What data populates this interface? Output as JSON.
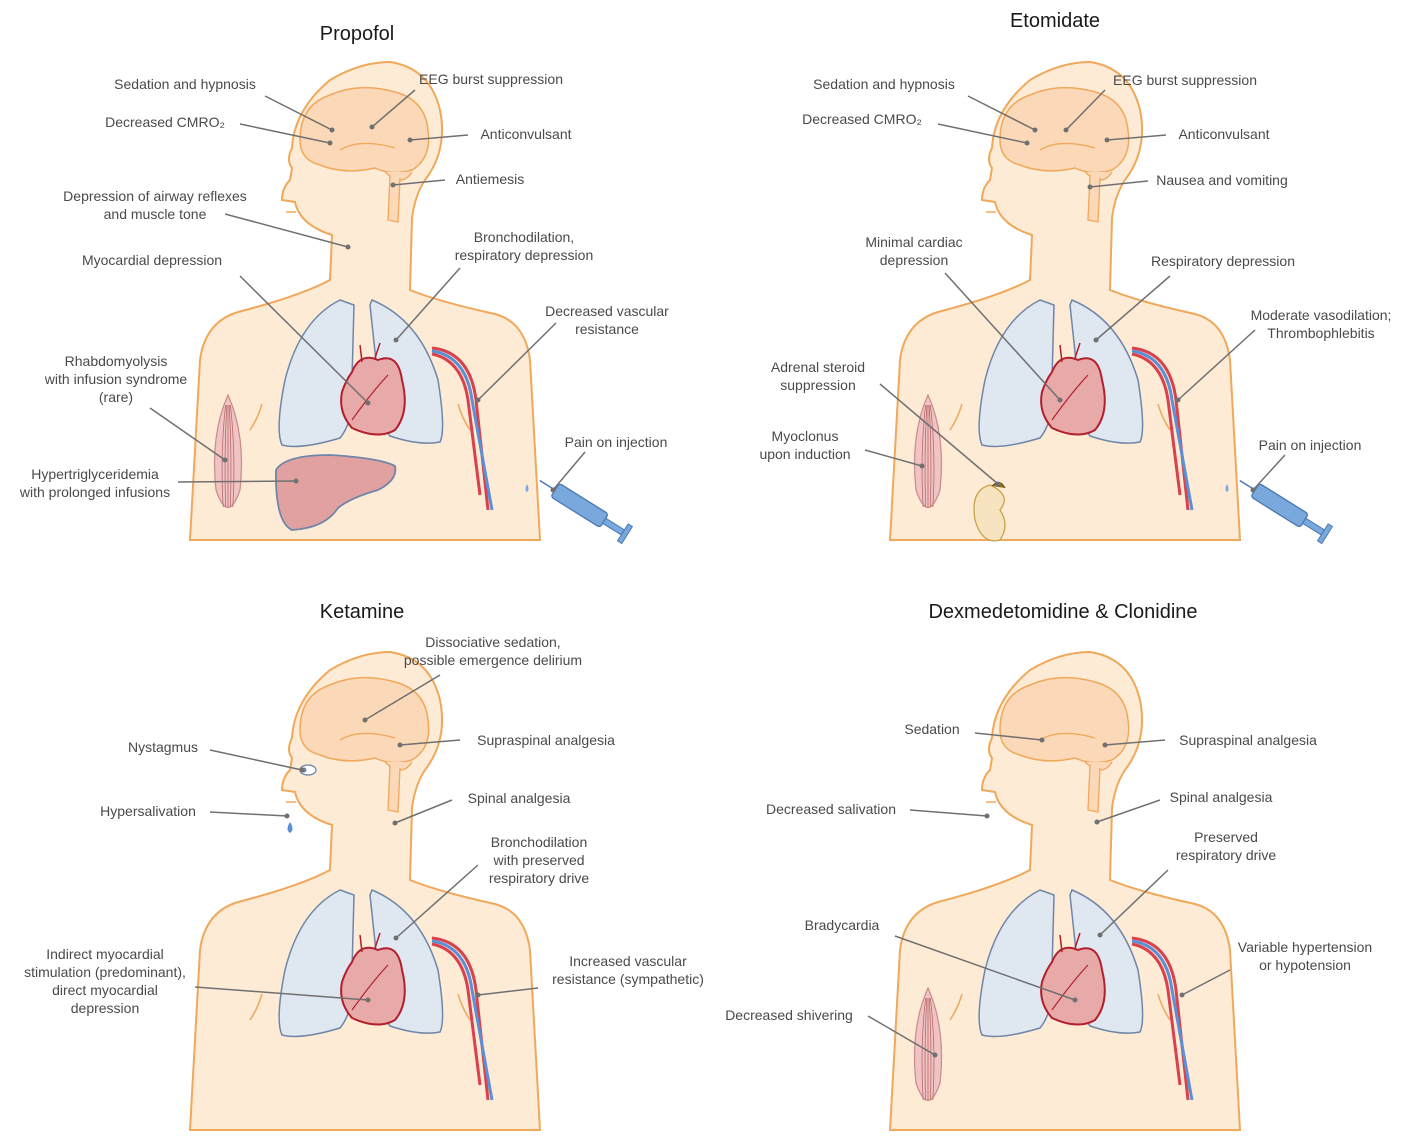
{
  "colors": {
    "skin": "#fdebd6",
    "outline": "#f0a85a",
    "brain": "#fbd9b8",
    "lung": "#dfe7f1",
    "lung_outline": "#6f86a8",
    "heart": "#e8aaa8",
    "heart_outline": "#b21f2d",
    "artery": "#d9414b",
    "vein": "#5b8fd6",
    "liver": "#e2a1a1",
    "syringe": "#79a8dc",
    "muscle": "#f0c4c4",
    "kidney": "#f8e3c0",
    "leader": "#707070"
  },
  "panels": [
    {
      "title": "Propofol",
      "organs": [
        "brain",
        "lungs",
        "heart",
        "vessels",
        "liver",
        "muscle",
        "syringe"
      ],
      "labels": [
        {
          "lines": [
            "Sedation and hypnosis"
          ]
        },
        {
          "lines": [
            "EEG burst suppression"
          ]
        },
        {
          "lines": [
            "Decreased CMRO₂"
          ]
        },
        {
          "lines": [
            "Anticonvulsant"
          ]
        },
        {
          "lines": [
            "Antiemesis"
          ]
        },
        {
          "lines": [
            "Depression of airway reflexes",
            "and muscle tone"
          ]
        },
        {
          "lines": [
            "Bronchodilation,",
            "respiratory depression"
          ]
        },
        {
          "lines": [
            "Myocardial depression"
          ]
        },
        {
          "lines": [
            "Decreased vascular",
            "resistance"
          ]
        },
        {
          "lines": [
            "Rhabdomyolysis",
            "with infusion syndrome",
            "(rare)"
          ]
        },
        {
          "lines": [
            "Pain on injection"
          ]
        },
        {
          "lines": [
            "Hypertriglyceridemia",
            "with prolonged infusions"
          ]
        }
      ]
    },
    {
      "title": "Etomidate",
      "organs": [
        "brain",
        "lungs",
        "heart",
        "vessels",
        "muscle",
        "kidney",
        "syringe"
      ],
      "labels": [
        {
          "lines": [
            "Sedation and hypnosis"
          ]
        },
        {
          "lines": [
            "EEG burst suppression"
          ]
        },
        {
          "lines": [
            "Decreased CMRO₂"
          ]
        },
        {
          "lines": [
            "Anticonvulsant"
          ]
        },
        {
          "lines": [
            "Nausea and vomiting"
          ]
        },
        {
          "lines": [
            "Minimal cardiac",
            "depression"
          ]
        },
        {
          "lines": [
            "Respiratory depression"
          ]
        },
        {
          "lines": [
            "Moderate vasodilation;",
            "Thrombophlebitis"
          ]
        },
        {
          "lines": [
            "Adrenal steroid",
            "suppression"
          ]
        },
        {
          "lines": [
            "Myoclonus",
            "upon induction"
          ]
        },
        {
          "lines": [
            "Pain on injection"
          ]
        }
      ]
    },
    {
      "title": "Ketamine",
      "organs": [
        "brain",
        "eye",
        "drop",
        "lungs",
        "heart",
        "vessels"
      ],
      "labels": [
        {
          "lines": [
            "Dissociative sedation,",
            "possible emergence delirium"
          ]
        },
        {
          "lines": [
            "Nystagmus"
          ]
        },
        {
          "lines": [
            "Supraspinal analgesia"
          ]
        },
        {
          "lines": [
            "Hypersalivation"
          ]
        },
        {
          "lines": [
            "Spinal analgesia"
          ]
        },
        {
          "lines": [
            "Bronchodilation",
            "with preserved",
            "respiratory drive"
          ]
        },
        {
          "lines": [
            "Indirect myocardial",
            "stimulation (predominant),",
            "direct myocardial",
            "depression"
          ]
        },
        {
          "lines": [
            "Increased vascular",
            "resistance (sympathetic)"
          ]
        }
      ]
    },
    {
      "title": "Dexmedetomidine & Clonidine",
      "organs": [
        "brain",
        "lungs",
        "heart",
        "vessels",
        "muscle"
      ],
      "labels": [
        {
          "lines": [
            "Sedation"
          ]
        },
        {
          "lines": [
            "Supraspinal analgesia"
          ]
        },
        {
          "lines": [
            "Decreased salivation"
          ]
        },
        {
          "lines": [
            "Spinal analgesia"
          ]
        },
        {
          "lines": [
            "Preserved",
            "respiratory drive"
          ]
        },
        {
          "lines": [
            "Bradycardia"
          ]
        },
        {
          "lines": [
            "Variable hypertension",
            "or hypotension"
          ]
        },
        {
          "lines": [
            "Decreased shivering"
          ]
        }
      ]
    }
  ]
}
